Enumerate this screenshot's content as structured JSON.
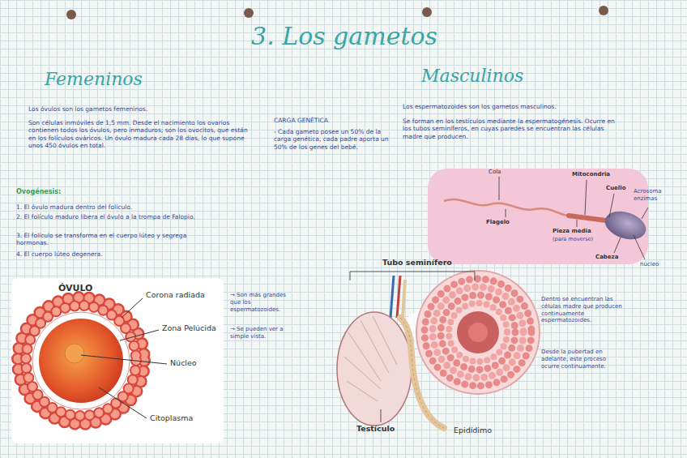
{
  "diagram": {
    "title": "3. Los gametos",
    "labels": [
      "Femeninos",
      "Masculinos",
      "Los óvulos son los gametos femeninos.",
      "Son células inmóviles de 1,5 mm. Desde el nacimiento los ovarios contienen todos los óvulos, pero inmaduros; son los ovocitos, que están en los folículos ováricos. Un óvulo madura cada 28 días, lo que supone unos 450 óvulos en total.",
      "Ovogénesis:",
      "1. El óvulo madura dentro del folículo.",
      "2. El folículo maduro libera el óvulo a la trompa de Falopio.",
      "3. El folículo se transforma en el cuerpo lúteo y segrega hormonas.",
      "4. El cuerpo lúteo degenera.",
      "CARGA GENÉTICA",
      "- Cada gameto posee un 50% de la carga genética, cada padre aporta un 50% de los genes del bebé.",
      "Los espermatozoides son los gametos masculinos.",
      "Se forman en los testículos mediante la espermatogénesis. Ocurre en los tubos seminíferos, en cuyas paredes se encuentran las células madre que producen.",
      "Cola",
      "Mitocondria",
      "Cuello",
      "Acrosoma enzimas",
      "Flagelo",
      "Pieza media",
      "(para moverse)",
      "Cabeza",
      "núcleo",
      "ÓVULO",
      "Corona radiada",
      "Zona Pelúcida",
      "Núcleo",
      "Citoplasma",
      "→ Son más grandes que los espermatozoides.",
      "→ Se pueden ver a simple vista.",
      "Tubo seminífero",
      "Testículo",
      "Epidídimo",
      "Dentro se encuentran las células madre que producen continuamente espermatozoides.",
      "Desde la pubertad en adelante, este proceso ocurre continuamente."
    ]
  }
}
